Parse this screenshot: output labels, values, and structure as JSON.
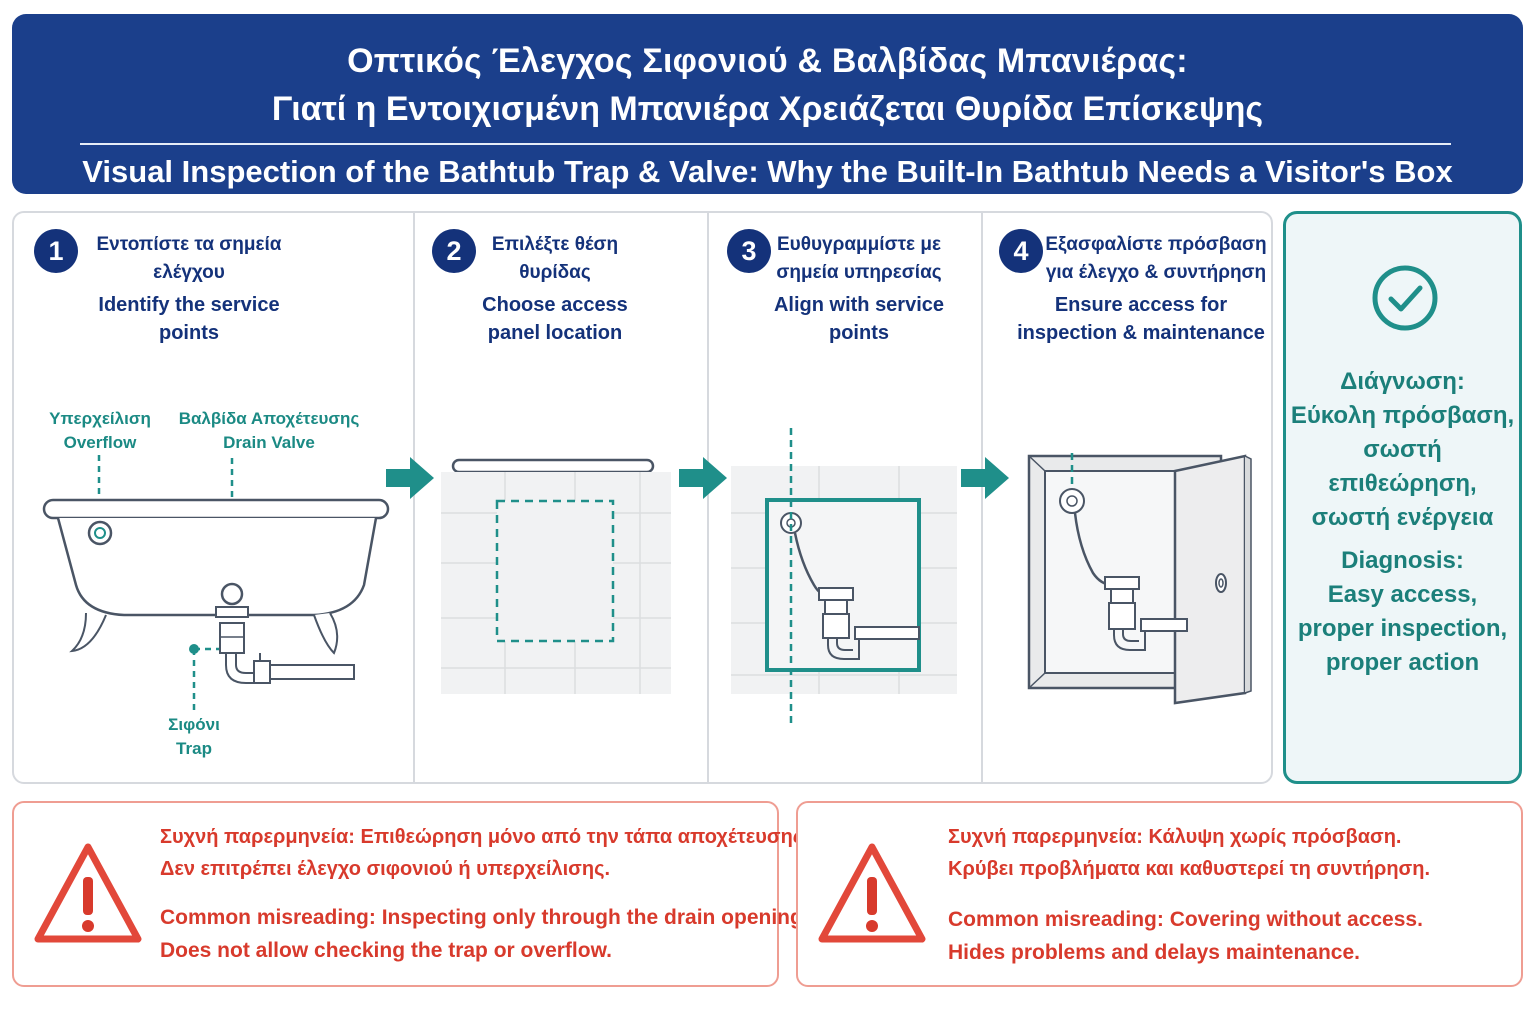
{
  "header": {
    "title_gr_line1": "Οπτικός Έλεγχος Σιφονιού & Βαλβίδας Μπανιέρας:",
    "title_gr_line2": "Γιατί η Εντοιχισμένη Μπανιέρα Χρειάζεται Θυρίδα Επίσκεψης",
    "title_en": "Visual Inspection of the Bathtub Trap & Valve: Why the Built-In Bathtub Needs a Visitor's Box"
  },
  "steps": [
    {
      "number": "1",
      "gr_line1": "Εντοπίστε τα σημεία",
      "gr_line2": "ελέγχου",
      "en_line1": "Identify the service",
      "en_line2": "points"
    },
    {
      "number": "2",
      "gr_line1": "Επιλέξτε θέση",
      "gr_line2": "θυρίδας",
      "en_line1": "Choose access",
      "en_line2": "panel location"
    },
    {
      "number": "3",
      "gr_line1": "Ευθυγραμμίστε με",
      "gr_line2": "σημεία υπηρεσίας",
      "en_line1": "Align with service",
      "en_line2": "points"
    },
    {
      "number": "4",
      "gr_line1": "Εξασφαλίστε πρόσβαση",
      "gr_line2": "για έλεγχο & συντήρηση",
      "en_line1": "Ensure access for",
      "en_line2": "inspection & maintenance"
    }
  ],
  "callouts": {
    "overflow_gr": "Υπερχείλιση",
    "overflow_en": "Overflow",
    "drain_gr": "Βαλβίδα Αποχέτευσης",
    "drain_en": "Drain Valve",
    "trap_gr": "Σιφόνι",
    "trap_en": "Trap"
  },
  "diagnosis": {
    "gr_line1": "Διάγνωση:",
    "gr_line2": "Εύκολη πρόσβαση,",
    "gr_line3": "σωστή επιθεώρηση,",
    "gr_line4": "σωστή ενέργεια",
    "en_line1": "Diagnosis:",
    "en_line2": "Easy access,",
    "en_line3": "proper inspection,",
    "en_line4": "proper action"
  },
  "warnings": [
    {
      "gr_line1": "Συχνή παρερμηνεία: Επιθεώρηση μόνο από την τάπα αποχέτευσης.",
      "gr_line2": "Δεν επιτρέπει έλεγχο σιφονιού ή υπερχείλισης.",
      "en_line1": "Common misreading: Inspecting only through the drain opening.",
      "en_line2": "Does not allow checking the trap or overflow."
    },
    {
      "gr_line1": "Συχνή παρερμηνεία: Κάλυψη χωρίς πρόσβαση.",
      "gr_line2": "Κρύβει προβλήματα και καθυστερεί τη συντήρηση.",
      "en_line1": "Common misreading: Covering without access.",
      "en_line2": "Hides problems and delays maintenance."
    }
  ],
  "colors": {
    "navy": "#1b3f8b",
    "teal": "#1f8f8a",
    "warning_red": "#d83a2c"
  },
  "icons": {
    "badge": "numbered-circle",
    "arrow": "right-arrow-icon",
    "diagnosis": "check-circle-icon",
    "warning": "warning-triangle-icon"
  }
}
